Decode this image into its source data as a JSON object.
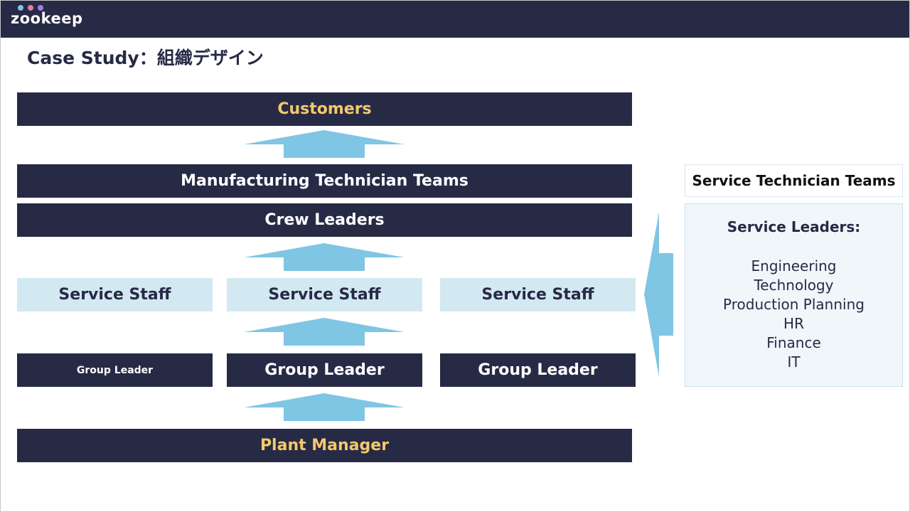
{
  "header": {
    "logo_text": "zookeep"
  },
  "page_title": "Case Study：組織デザイン",
  "diagram": {
    "customers": "Customers",
    "manufacturing_teams": "Manufacturing Technician Teams",
    "crew_leaders": "Crew Leaders",
    "service_staff": [
      "Service Staff",
      "Service Staff",
      "Service Staff"
    ],
    "group_leaders": [
      "Group Leader",
      "Group Leader",
      "Group Leader"
    ],
    "plant_manager": "Plant Manager"
  },
  "side": {
    "title": "Service Technician Teams",
    "heading": "Service Leaders:",
    "items": [
      "Engineering",
      "Technology",
      "Production Planning",
      "HR",
      "Finance",
      "IT"
    ]
  },
  "colors": {
    "navy": "#272a45",
    "gold": "#f3c96b",
    "light_blue": "#d3e9f2",
    "arrow_blue": "#7fc5e4"
  }
}
